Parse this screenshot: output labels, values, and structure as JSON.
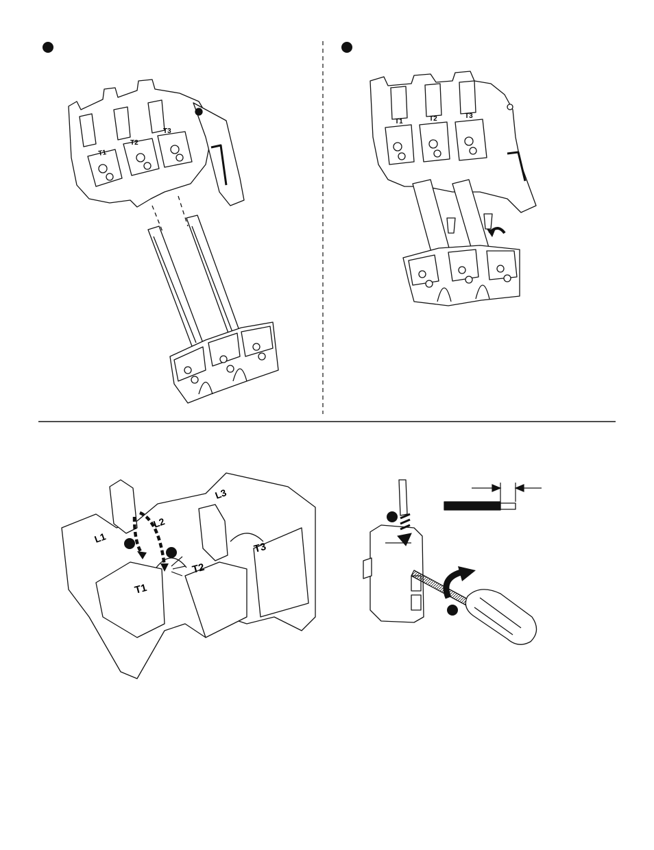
{
  "figure_top_left": {
    "terminal_labels": [
      "T1",
      "T2",
      "T3"
    ]
  },
  "figure_top_right": {
    "terminal_labels": [
      "T1",
      "T2",
      "T3"
    ]
  },
  "figure_bottom_left": {
    "line_labels": [
      "L1",
      "L2",
      "L3"
    ],
    "terminal_labels": [
      "T1",
      "T2",
      "T3"
    ]
  },
  "figure_bottom_right": {},
  "colors": {
    "ink": "#111111",
    "paper": "#ffffff"
  }
}
